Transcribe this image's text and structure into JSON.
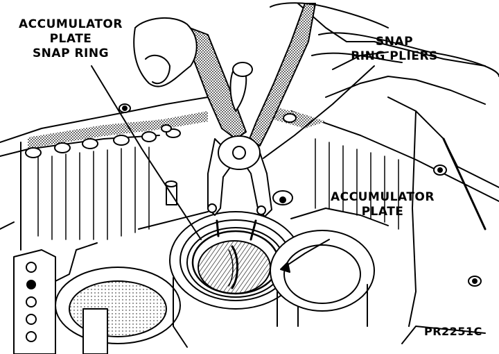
{
  "labels": {
    "snap_ring": {
      "line1": "ACCUMULATOR",
      "line2": "PLATE",
      "line3": "SNAP RING"
    },
    "pliers": {
      "line1": "SNAP",
      "line2": "RING PLIERS"
    },
    "plate": {
      "line1": "ACCUMULATOR",
      "line2": "PLATE"
    }
  },
  "figure_code": "PR2251C",
  "colors": {
    "ink": "#000000",
    "paper": "#ffffff",
    "shade": "#8a8a8a"
  }
}
